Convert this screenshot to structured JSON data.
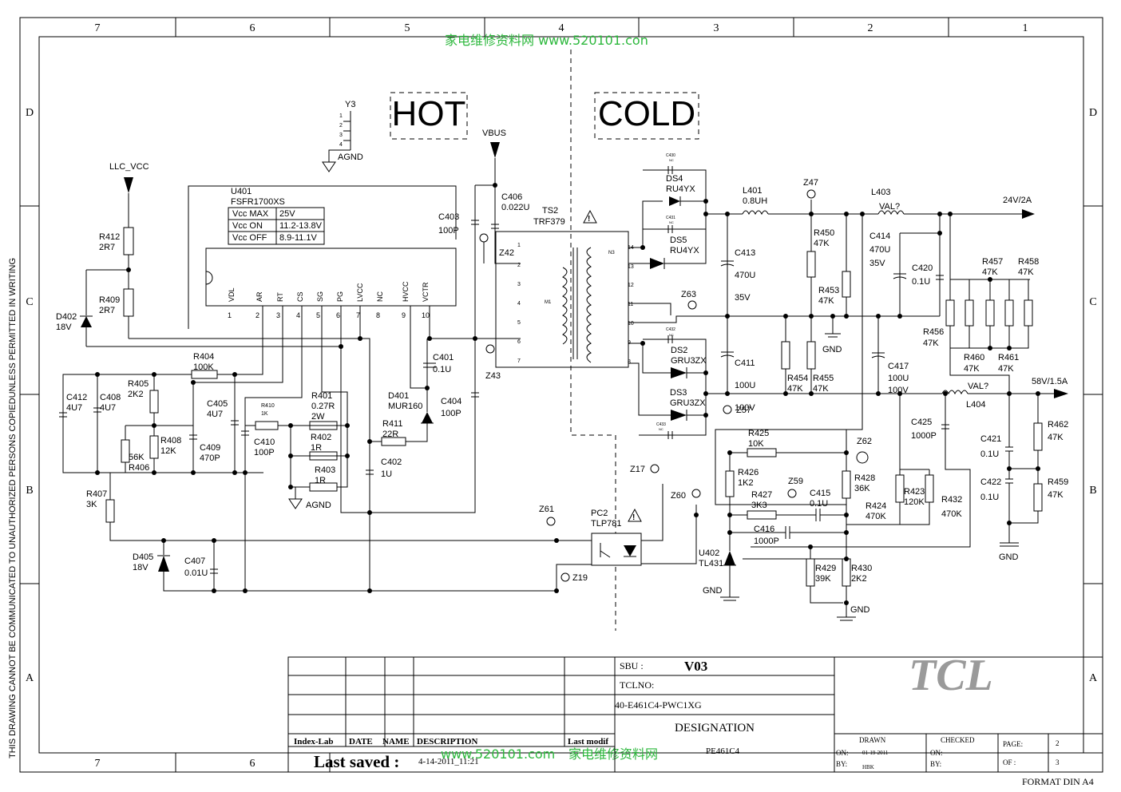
{
  "border": {
    "columns_top": [
      "7",
      "6",
      "5",
      "4",
      "3",
      "2",
      "1"
    ],
    "columns_bottom": [
      "7",
      "6"
    ],
    "rows": [
      "D",
      "C",
      "B",
      "A"
    ],
    "side_note": "THIS DRAWING CANNOT BE COMMUNICATED TO UNAUTHORIZED PERSONS COPIEDUNLESS  PERMITTED IN WRITING",
    "format": "FORMAT DIN A4"
  },
  "watermark": {
    "top": "家电维修资料网  www.520101.con",
    "bottom_url": "www.520101.com",
    "bottom_cn": "家电维修资料网"
  },
  "zones": {
    "hot": "HOT",
    "cold": "COLD"
  },
  "ic": {
    "ref": "U401",
    "part": "FSFR1700XS",
    "table": [
      {
        "param": "Vcc MAX",
        "value": "25V"
      },
      {
        "param": "Vcc  ON",
        "value": "11.2-13.8V"
      },
      {
        "param": "Vcc OFF",
        "value": "8.9-11.1V"
      }
    ],
    "pins": [
      {
        "name": "VDL",
        "num": "1"
      },
      {
        "name": "AR",
        "num": "2"
      },
      {
        "name": "RT",
        "num": "3"
      },
      {
        "name": "CS",
        "num": "4"
      },
      {
        "name": "SG",
        "num": "5"
      },
      {
        "name": "PG",
        "num": "6"
      },
      {
        "name": "LVCC",
        "num": "7"
      },
      {
        "name": "NC",
        "num": "8"
      },
      {
        "name": "HVCC",
        "num": "9"
      },
      {
        "name": "VCTR",
        "num": "10"
      }
    ]
  },
  "transformer": {
    "ref": "TS2",
    "part": "TRF379",
    "primary_pins": [
      "1",
      "2",
      "3",
      "4",
      "5",
      "6",
      "7"
    ],
    "secondary_pins": [
      "14",
      "13",
      "12",
      "11",
      "10",
      "9",
      "8"
    ],
    "m1": "M1",
    "n3": "N3"
  },
  "nets": {
    "llc_vcc": "LLC_VCC",
    "vbus": "VBUS",
    "agnd": "AGND",
    "gnd": "GND",
    "out1": "24V/2A",
    "out2": "58V/1.5A",
    "val": "VAL?",
    "nc": "NC"
  },
  "connector": {
    "ref": "Y3",
    "pins": [
      "1",
      "2",
      "3",
      "4"
    ]
  },
  "components": {
    "R412": [
      "R412",
      "2R7"
    ],
    "R409": [
      "R409",
      "2R7"
    ],
    "D402": [
      "D402",
      "18V"
    ],
    "R404": [
      "R404",
      "100K"
    ],
    "R405": [
      "R405",
      "2K2"
    ],
    "C412": [
      "C412",
      "4U7"
    ],
    "C408": [
      "C408",
      "4U7"
    ],
    "R408": [
      "R408",
      "12K"
    ],
    "R406": [
      "R406",
      "56K"
    ],
    "C409": [
      "C409",
      "470P"
    ],
    "C405": [
      "C405",
      "4U7"
    ],
    "R410": [
      "R410",
      "1K"
    ],
    "C410": [
      "C410",
      "100P"
    ],
    "R401": [
      "R401",
      "0.27R",
      "2W"
    ],
    "R402": [
      "R402",
      "1R"
    ],
    "R403": [
      "R403",
      "1R"
    ],
    "R407": [
      "R407",
      "3K"
    ],
    "D405": [
      "D405",
      "18V"
    ],
    "C407": [
      "C407",
      "0.01U"
    ],
    "C406": [
      "C406",
      "0.022U"
    ],
    "C403": [
      "C403",
      "100P"
    ],
    "Z42": [
      "Z42"
    ],
    "C401": [
      "C401",
      "0.1U"
    ],
    "Z43": [
      "Z43"
    ],
    "C404": [
      "C404",
      "100P"
    ],
    "D401": [
      "D401",
      "MUR160"
    ],
    "R411": [
      "R411",
      "22R"
    ],
    "C402": [
      "C402",
      "1U"
    ],
    "Z61": [
      "Z61"
    ],
    "Z19": [
      "Z19"
    ],
    "PC2": [
      "PC2",
      "TLP781"
    ],
    "DS4": [
      "DS4",
      "RU4YX"
    ],
    "C430": [
      "C430"
    ],
    "DS5": [
      "DS5",
      "RU4YX"
    ],
    "C431": [
      "C431"
    ],
    "Z63": [
      "Z63"
    ],
    "C432": [
      "C432"
    ],
    "DS2": [
      "DS2",
      "GRU3ZX"
    ],
    "DS3": [
      "DS3",
      "GRU3ZX"
    ],
    "C433": [
      "C433"
    ],
    "L401": [
      "L401",
      "0.8UH"
    ],
    "C413": [
      "C413",
      "470U",
      "35V"
    ],
    "C411": [
      "C411",
      "100U",
      "100V"
    ],
    "Z57": [
      "Z57"
    ],
    "Z47": [
      "Z47"
    ],
    "R450": [
      "R450",
      "47K"
    ],
    "R453": [
      "R453",
      "47K"
    ],
    "R454": [
      "R454",
      "47K"
    ],
    "R455": [
      "R455",
      "47K"
    ],
    "L403": [
      "L403"
    ],
    "C414": [
      "C414",
      "470U",
      "35V"
    ],
    "C420": [
      "C420",
      "0.1U"
    ],
    "R457": [
      "R457",
      "47K"
    ],
    "R458": [
      "R458",
      "47K"
    ],
    "R456": [
      "R456",
      "47K"
    ],
    "R460": [
      "R460",
      "47K"
    ],
    "R461": [
      "R461",
      "47K"
    ],
    "C417": [
      "C417",
      "100U",
      "100V"
    ],
    "L404": [
      "L404"
    ],
    "C425": [
      "C425",
      "1000P"
    ],
    "C421": [
      "C421",
      "0.1U"
    ],
    "C422": [
      "C422",
      "0.1U"
    ],
    "R462": [
      "R462",
      "47K"
    ],
    "R459": [
      "R459",
      "47K"
    ],
    "R425": [
      "R425",
      "10K"
    ],
    "Z62": [
      "Z62"
    ],
    "R426": [
      "R426",
      "1K2"
    ],
    "R427": [
      "R427",
      "3K3"
    ],
    "Z59": [
      "Z59"
    ],
    "C415": [
      "C415",
      "0.1U"
    ],
    "R428": [
      "R428",
      "36K"
    ],
    "R423": [
      "R423",
      "120K"
    ],
    "R424": [
      "R424",
      "470K"
    ],
    "R432": [
      "R432",
      "470K"
    ],
    "Z17": [
      "Z17"
    ],
    "Z60": [
      "Z60"
    ],
    "C416": [
      "C416",
      "1000P"
    ],
    "U402": [
      "U402",
      "TL431"
    ],
    "R429": [
      "R429",
      "39K"
    ],
    "R430": [
      "R430",
      "2K2"
    ]
  },
  "title_block": {
    "sbu_label": "SBU :",
    "sbu_value": "V03",
    "tclno_label": "TCLNO:",
    "tclno_value": "40-E461C4-PWC1XG",
    "designation_label": "DESIGNATION",
    "designation_value": "PE461C4",
    "logo": "TCL",
    "hdr_index": "Index-Lab",
    "hdr_date": "DATE",
    "hdr_name": "NAME",
    "hdr_desc": "DESCRIPTION",
    "hdr_lastmod": "Last modif",
    "last_saved_label": "Last saved :",
    "last_saved_value": "4-14-2011_11:21",
    "drawn": "DRAWN",
    "checked": "CHECKED",
    "on": "ON:",
    "by": "BY:",
    "drawn_on": "01-19-2011",
    "drawn_by": "HBK",
    "page_label": "PAGE:",
    "page_value": "2",
    "of_label": "OF :",
    "of_value": "3"
  }
}
